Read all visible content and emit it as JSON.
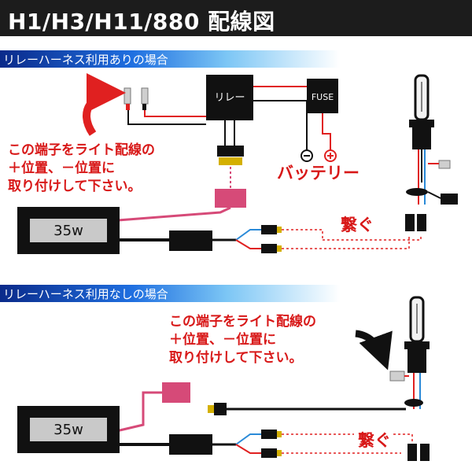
{
  "title": "H1/H3/H11/880 配線図",
  "sections": [
    {
      "label": "リレーハーネス利用ありの場合"
    },
    {
      "label": "リレーハーネス利用なしの場合"
    }
  ],
  "components": {
    "relay_label": "リレー",
    "fuse_label": "FUSE",
    "battery_label": "バッテリー",
    "ballast_label": "35w",
    "battery_plus": "+",
    "battery_minus": "−"
  },
  "annotations": {
    "terminal_note_lines": [
      "この端子をライト配線の",
      "＋位置、－位置に",
      "取り付けして下さい。"
    ],
    "connect_label": "繋ぐ"
  },
  "colors": {
    "title_bg": "#1c1c1c",
    "wire_black": "#000000",
    "wire_red": "#e02020",
    "wire_pink": "#d64a78",
    "wire_blue": "#2a8ad8",
    "annotation_red": "#d81818"
  }
}
